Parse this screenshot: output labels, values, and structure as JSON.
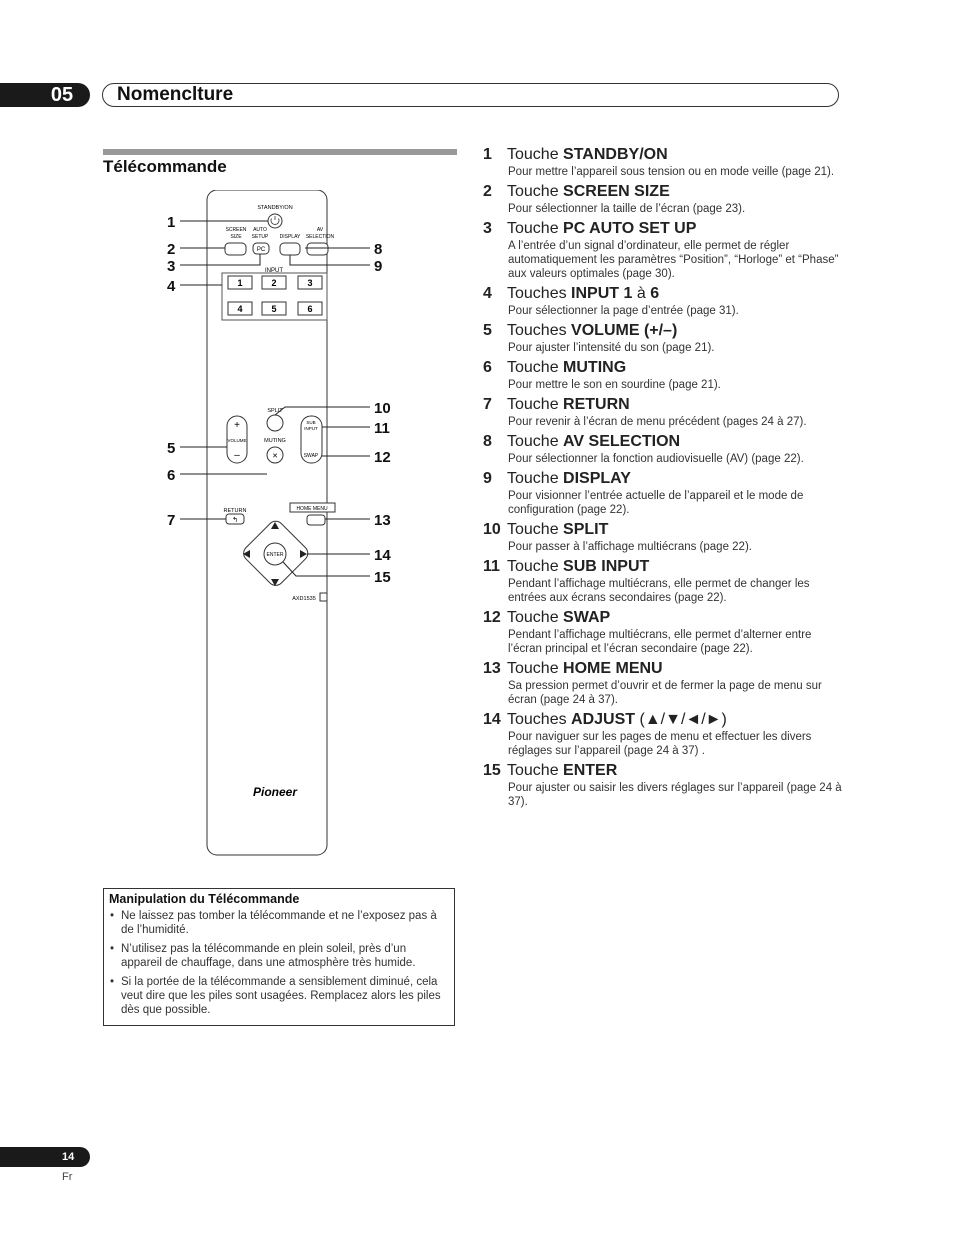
{
  "header": {
    "chapter_number": "05",
    "chapter_title": "Nomenclture"
  },
  "section": {
    "title": "Télécommande"
  },
  "remote": {
    "labels": {
      "standby": "STANDBY/ON",
      "screen": "SCREEN",
      "size": "SIZE",
      "auto": "AUTO",
      "setup": "SETUP",
      "display": "DISPLAY",
      "av": "AV",
      "selection": "SELECTION",
      "pc": "PC",
      "input": "INPUT",
      "split": "SPLIT",
      "sub": "SUB",
      "input2": "INPUT",
      "swap": "SWAP",
      "volume": "VOLUME",
      "muting": "MUTING",
      "return": "RETURN",
      "home_menu": "HOME MENU",
      "enter": "ENTER",
      "model": "AXD1535",
      "brand": "Pioneer"
    },
    "keys": [
      "1",
      "2",
      "3",
      "4",
      "5",
      "6"
    ],
    "callouts_left": [
      "1",
      "2",
      "3",
      "4",
      "5",
      "6",
      "7"
    ],
    "callouts_right": [
      "8",
      "9",
      "10",
      "11",
      "12",
      "13",
      "14",
      "15"
    ]
  },
  "items": [
    {
      "num": "1",
      "word": "Touche",
      "key": "STANDBY/ON",
      "desc": "Pour mettre l’appareil sous tension ou en mode veille (page 21)."
    },
    {
      "num": "2",
      "word": "Touche",
      "key": "SCREEN SIZE",
      "desc": "Pour sélectionner la taille de l’écran (page 23)."
    },
    {
      "num": "3",
      "word": "Touche",
      "key": "PC AUTO SET UP",
      "desc": "A l’entrée d’un signal d’ordinateur, elle permet de régler automatiquement les paramètres “Position”, “Horloge” et “Phase” aux valeurs optimales (page 30)."
    },
    {
      "num": "4",
      "word": "Touches",
      "key": "INPUT 1",
      "mid": " à ",
      "key2": "6",
      "desc": "Pour sélectionner la page d’entrée (page 31)."
    },
    {
      "num": "5",
      "word": "Touches",
      "key": "VOLUME (+/–)",
      "desc": "Pour ajuster l’intensité du son (page 21)."
    },
    {
      "num": "6",
      "word": "Touche",
      "key": "MUTING",
      "desc": "Pour mettre le son en sourdine (page 21)."
    },
    {
      "num": "7",
      "word": "Touche",
      "key": "RETURN",
      "desc": "Pour revenir à l’écran de menu précédent (pages 24 à 27)."
    },
    {
      "num": "8",
      "word": "Touche",
      "key": "AV SELECTION",
      "desc": "Pour sélectionner la fonction audiovisuelle (AV) (page 22)."
    },
    {
      "num": "9",
      "word": "Touche",
      "key": "DISPLAY",
      "desc": "Pour visionner l’entrée actuelle de l’appareil et le mode de configuration (page 22)."
    },
    {
      "num": "10",
      "word": "Touche",
      "key": "SPLIT",
      "desc": "Pour passer à l’affichage multiécrans (page 22)."
    },
    {
      "num": "11",
      "word": "Touche",
      "key": "SUB INPUT",
      "desc": "Pendant l’affichage multiécrans, elle permet de changer les entrées aux écrans secondaires (page 22)."
    },
    {
      "num": "12",
      "word": "Touche",
      "key": "SWAP",
      "desc": "Pendant l’affichage multiécrans, elle permet d’alterner entre l’écran principal et l’écran secondaire (page 22)."
    },
    {
      "num": "13",
      "word": "Touche",
      "key": "HOME MENU",
      "desc": "Sa pression permet d’ouvrir et de fermer la page de menu sur écran (page 24 à 37)."
    },
    {
      "num": "14",
      "word": "Touches",
      "key": "ADJUST",
      "mid": " (▲/▼/◄/►)",
      "desc": "Pour naviguer sur les pages de menu et effectuer les divers réglages sur l’appareil (page 24 à 37) ."
    },
    {
      "num": "15",
      "word": "Touche",
      "key": "ENTER",
      "desc": "Pour ajuster ou saisir les divers réglages sur l’appareil (page 24 à 37)."
    }
  ],
  "note": {
    "title": "Manipulation du Télécommande",
    "bullets": [
      "Ne laissez pas tomber la télécommande et ne l’exposez pas à de l’humidité.",
      "N’utilisez pas la télécommande en plein soleil, près d’un appareil de chauffage, dans une atmosphère très humide.",
      "Si la portée de la télécommande a sensiblement diminué, cela veut dire que les piles sont usagées. Remplacez alors les piles dès que possible."
    ]
  },
  "footer": {
    "page": "14",
    "lang": "Fr"
  }
}
